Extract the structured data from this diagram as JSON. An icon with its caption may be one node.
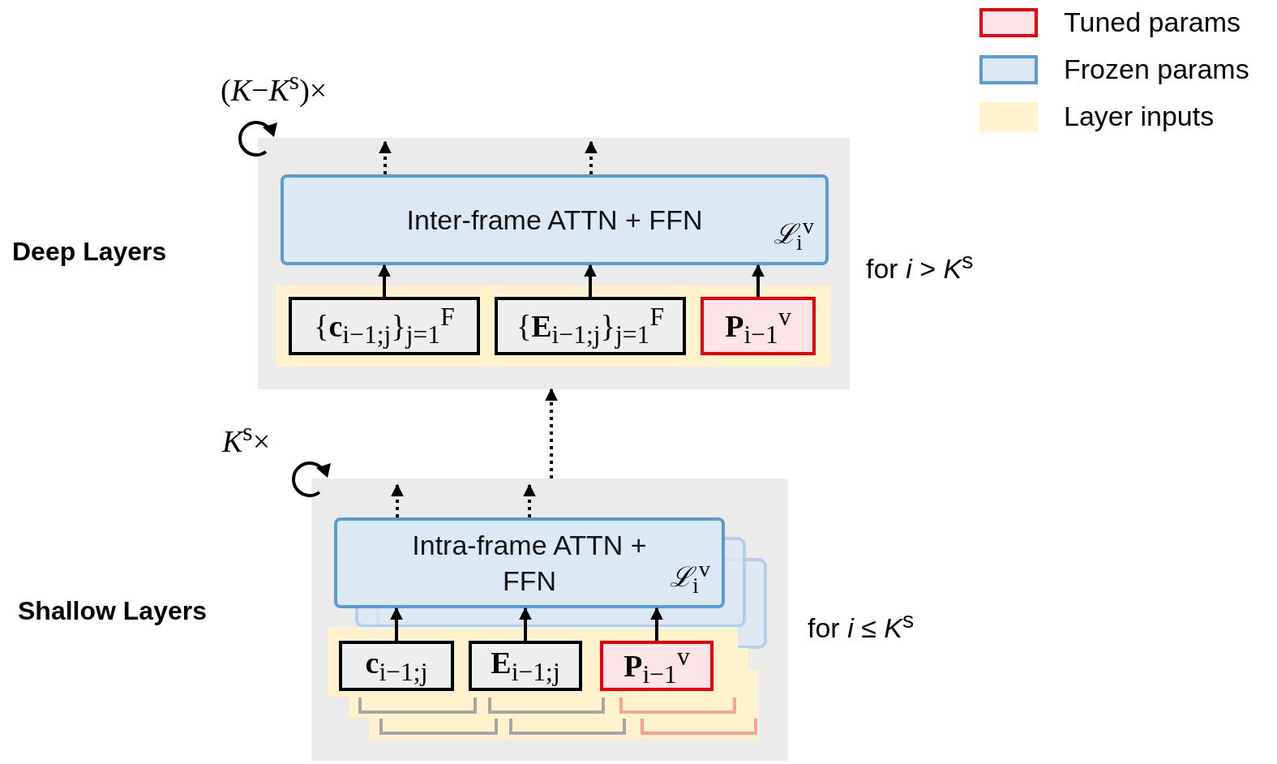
{
  "diagram": {
    "nodes": [
      {
        "text": [],
        "shape": "box",
        "beside": [
          "(*K*−*K*$^{s}$)×",
          "for *i* > *K*$^{s}$"
        ]
      },
      {
        "text": [
          "Inter-frame ATTN + FFN",
          "*ℒ*$_{i}$$^{v}$"
        ],
        "in": 0
      },
      {
        "text": [],
        "shape": "box",
        "in": 0
      },
      {
        "text": [
          "{**c**$_{i−1;j}$}$_{j=1}$$^{F}$"
        ],
        "in": 2
      },
      {
        "text": [
          "{**E**$_{i−1;j}$}$_{j=1}$$^{F}$"
        ],
        "in": 2
      },
      {
        "text": [
          "**P**$_{i−1}$$^{v}$"
        ],
        "in": 2
      },
      {
        "text": [],
        "shape": "box",
        "beside": [
          "*K*$^{s}$×",
          "for *i* ≤ *K*$^{s}$"
        ]
      },
      {
        "text": [
          "Intra-frame ATTN + FFN",
          "*ℒ*$_{i}$$^{v}$"
        ],
        "in": 6
      },
      {
        "text": [],
        "shape": "box",
        "in": 6
      },
      {
        "text": [
          "**c**$_{i−1;j}$"
        ],
        "in": 8
      },
      {
        "text": [
          "**E**$_{i−1;j}$"
        ],
        "in": 8
      },
      {
        "text": [
          "**P**$_{i−1}$$^{v}$"
        ],
        "in": 8
      }
    ],
    "edges": [
      {
        "from": 3,
        "to": 1,
        "arrow": "to"
      },
      {
        "from": 4,
        "to": 1,
        "arrow": "to"
      },
      {
        "from": 5,
        "to": 1,
        "arrow": "to"
      },
      {
        "from": 1,
        "to": null,
        "arrow": "to",
        "style": "dashed"
      },
      {
        "from": 1,
        "to": null,
        "arrow": "to",
        "style": "dashed"
      },
      {
        "from": 9,
        "to": 7,
        "arrow": "to"
      },
      {
        "from": 10,
        "to": 7,
        "arrow": "to"
      },
      {
        "from": 11,
        "to": 7,
        "arrow": "to"
      },
      {
        "from": 7,
        "to": null,
        "arrow": "to",
        "style": "dashed"
      },
      {
        "from": 7,
        "to": null,
        "arrow": "to",
        "style": "dashed"
      },
      {
        "from": 6,
        "to": 0,
        "arrow": "to",
        "style": "dashed"
      }
    ],
    "labels": [
      "Deep Layers",
      "Shallow Layers"
    ],
    "legend": [
      {
        "text": "Tuned params",
        "color": "#fde4e6"
      },
      {
        "text": "Frozen params",
        "color": "#dce9f5"
      },
      {
        "text": "Layer inputs",
        "color": "#fff2cc"
      }
    ]
  }
}
